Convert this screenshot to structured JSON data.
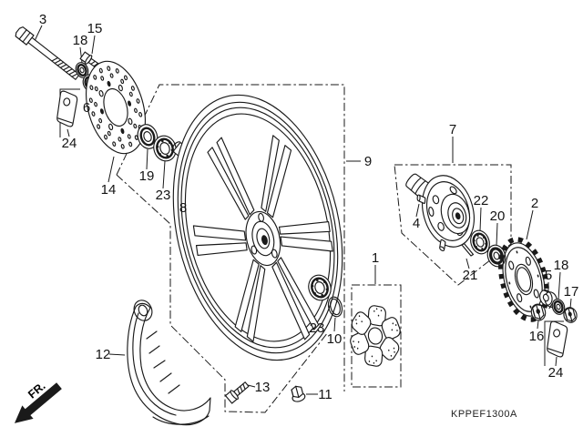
{
  "diagram": {
    "code": "KPPEF1300A",
    "direction": {
      "label": "FR."
    },
    "colors": {
      "line": "#1a1a1a",
      "background": "#ffffff"
    }
  },
  "labels": {
    "l1": "1",
    "l2": "2",
    "l3": "3",
    "l4": "4",
    "l5": "5",
    "l6": "6",
    "l7": "7",
    "l8": "8",
    "l9": "9",
    "l10": "10",
    "l11": "11",
    "l12": "12",
    "l13": "13",
    "l14": "14",
    "l15": "15",
    "l16": "16",
    "l17": "17",
    "l18a": "18",
    "l18b": "18",
    "l19": "19",
    "l20": "20",
    "l21": "21",
    "l22": "22",
    "l23a": "23",
    "l23b": "23",
    "l24a": "24",
    "l24b": "24"
  }
}
